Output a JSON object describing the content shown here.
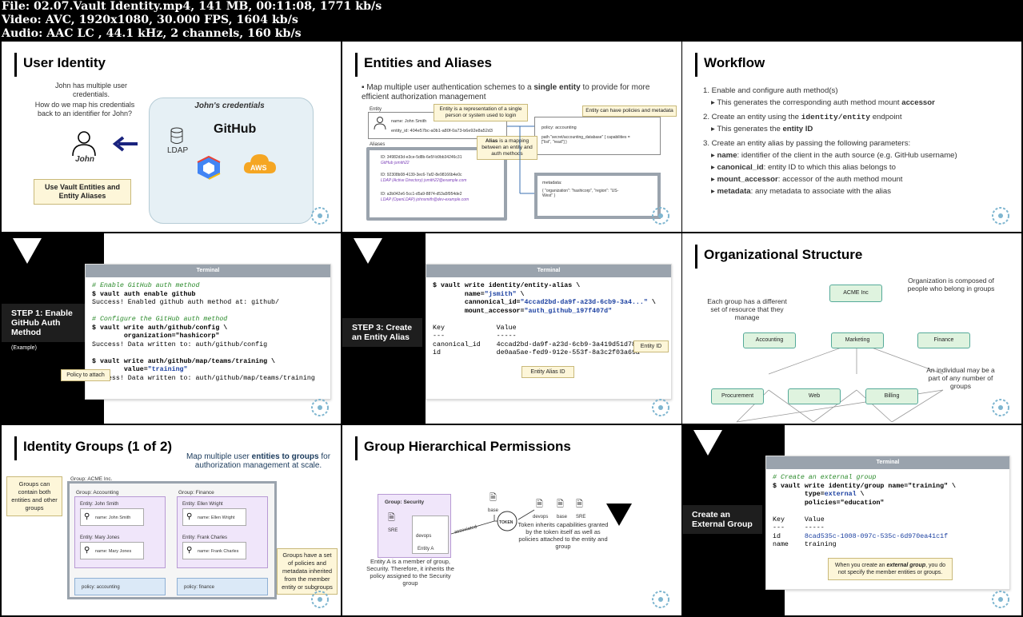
{
  "header": {
    "line1": "File: 02.07.Vault Identity.mp4, 141 MB, 00:11:08, 1771 kb/s",
    "line2": "Video: AVC, 1920x1080, 30.000 FPS, 1604 kb/s",
    "line3": "Audio: AAC LC , 44.1 kHz, 2 channels, 160 kb/s"
  },
  "slide1": {
    "title": "User Identity",
    "intro1": "John has multiple user credentials.",
    "intro2": "How do we map his credentials back to an identifier for John?",
    "user_label": "John",
    "creds_title": "John's credentials",
    "github": "GitHub",
    "ldap": "LDAP",
    "aws": "AWS",
    "callout": "Use Vault Entities and Entity Aliases"
  },
  "slide2": {
    "title": "Entities and Aliases",
    "bullet_pre": "Map multiple user authentication schemes to a ",
    "bullet_bold": "single entity",
    "bullet_post": " to provide for more efficient authorization management",
    "entity_label": "Entity",
    "entity_name": "name: John Smith",
    "entity_id": "entity_id: 404e57bc-a0b1-a80f-0a73-b6e92e8a52d3",
    "note_entity": "Entity is a representation of a single person or system used to login",
    "note_policies": "Entity can have policies and metadata",
    "policy_text": "policy: accounting",
    "policy_path": "path \"secret/accounting_database\" { capabilities = [\"list\", \"read\"] }",
    "aliases_label": "Aliases",
    "note_alias_bold": "Alias",
    "note_alias_rest": " is a mapping between an entity and auth methods",
    "alias1_id": "ID: 34982d3d-e3ce-5d8b-6e5f-b9bb34246c31",
    "alias1_src": "GitHub jsmith22",
    "alias2_id": "ID: 92308b08-4139-3ec6-7af2-8e98166b4e0c",
    "alias2_src": "LDAP (Active Directory) jsmith22@example.com",
    "alias3_id": "ID: a3b042e6-5cc1-d5a9-8874-d53a5f954de2",
    "alias3_src": "LDAP (OpenLDAP) johnsmith@dev-example.com",
    "metadata_label": "metadata:",
    "metadata_body": "{ \"organization\": \"hashicorp\", \"region\": \"US-West\" }"
  },
  "slide3": {
    "title": "Workflow",
    "item1": "1. Enable and configure auth method(s)",
    "item1_sub_pre": "This generates the corresponding auth method mount ",
    "item1_sub_bold": "accessor",
    "item2_pre": "2. Create an entity using the ",
    "item2_code": "identity/entity",
    "item2_post": " endpoint",
    "item2_sub_pre": "This generates the ",
    "item2_sub_bold": "entity ID",
    "item3": "3. Create an entity alias by passing the following parameters:",
    "p1_bold": "name",
    "p1_rest": ": identifier of the client in the auth source (e.g. GitHub username)",
    "p2_bold": "canonical_id",
    "p2_rest": ": entity ID to which this alias belongs to",
    "p3_bold": "mount_accessor",
    "p3_rest": ": accessor of the auth method mount",
    "p4_bold": "metadata",
    "p4_rest": ": any metadata to associate with the alias"
  },
  "slide4": {
    "step": "STEP 1: Enable GitHub Auth Method",
    "sub": "(Example)",
    "terminal_title": "Terminal",
    "c1": "# Enable GitHub auth method",
    "l1": "$ vault auth enable github",
    "o1": "Success! Enabled github auth method at: github/",
    "c2": "# Configure the GitHub auth method",
    "l2a": "$ vault write auth/github/config \\",
    "l2b": "        organization=\"hashicorp\"",
    "o2": "Success! Data written to: auth/github/config",
    "l3a": "$ vault write auth/github/map/teams/training \\",
    "l3b_pre": "        value=",
    "l3b_val": "\"training\"",
    "o3": "Success! Data written to: auth/github/map/teams/training",
    "note": "Policy to attach"
  },
  "slide5": {
    "step": "STEP 3: Create an Entity Alias",
    "terminal_title": "Terminal",
    "l1": "$ vault write identity/entity-alias \\",
    "l2_pre": "        name=",
    "l2_val": "\"jsmith\"",
    "l2_post": " \\",
    "l3_pre": "        cannonical_id=",
    "l3_val": "\"4ccad2bd-da9f-a23d-6cb9-3a4...\"",
    "l3_post": " \\",
    "l4_pre": "        mount_accessor=",
    "l4_val": "\"auth_github_197f407d\"",
    "h": "Key             Value",
    "d": "---             -----",
    "r1": "canonical_id    4ccad2bd-da9f-a23d-6cb9-3a419d51d783",
    "r2": "id              de0aa5ae-fed9-912e-553f-8a3c2f03a69a",
    "note_entity": "Entity ID",
    "note_alias": "Entity Alias ID"
  },
  "slide6": {
    "title": "Organizational Structure",
    "desc_left": "Each group has a different set of resource that they manage",
    "desc_right": "Organization is composed of people who belong in groups",
    "desc_bottom": "An individual may be a part of any number of groups",
    "root": "ACME Inc",
    "n_accounting": "Accounting",
    "n_marketing": "Marketing",
    "n_finance": "Finance",
    "n_procurement": "Procurement",
    "n_web": "Web",
    "n_billing": "Billing"
  },
  "slide7": {
    "title": "Identity Groups (1 of 2)",
    "desc_pre": "Map multiple user ",
    "desc_bold": "entities to groups",
    "desc_post": " for authorization management at scale.",
    "group_label": "Group: ACME Inc.",
    "note_left": "Groups can contain both entities and other groups",
    "acc_label": "Group: Accounting",
    "fin_label": "Group: Finance",
    "e1_label": "Entity: John Smith",
    "e1_name": "name: John Smith",
    "e2_label": "Entity: Mary Jones",
    "e2_name": "name: Mary Jones",
    "e3_label": "Entity: Ellen Wright",
    "e3_name": "name: Ellen Wright",
    "e4_label": "Entity: Frank Charles",
    "e4_name": "name: Frank Charles",
    "policy_acc": "policy: accounting",
    "policy_fin": "policy: finance",
    "note_right": "Groups have a set of policies and metadata inherited from the member entity or subgroups"
  },
  "slide8": {
    "title": "Group Hierarchical Permissions",
    "group_label": "Group: Security",
    "sre": "SRE",
    "devops": "devops",
    "entity_a": "Entity A",
    "base": "base",
    "associated": "associated",
    "token": "TOKEN",
    "p_devops": "devops",
    "p_base": "base",
    "p_sre": "SRE",
    "caption_left": "Entity A is a member of group, Security.  Therefore, it inherits the policy assigned to the Security group",
    "caption_right": "Token inherits capabilities granted by the token itself as well as policies attached to the entity and group"
  },
  "slide9": {
    "step": "Create an External Group",
    "terminal_title": "Terminal",
    "c1": "# Create an external group",
    "l1": "$ vault write identity/group name=\"training\" \\",
    "l2_pre": "        type=",
    "l2_val": "external",
    "l2_post": " \\",
    "l3": "        policies=\"education\"",
    "h": "Key     Value",
    "d": "---     -----",
    "r1_key": "id      ",
    "r1_val": "8cad535c-1008-097c-535c-6d970ea41c1f",
    "r2": "name    training",
    "note_pre": "When you create an ",
    "note_bold": "external group",
    "note_post": ", you do not specify the member entities or groups."
  }
}
